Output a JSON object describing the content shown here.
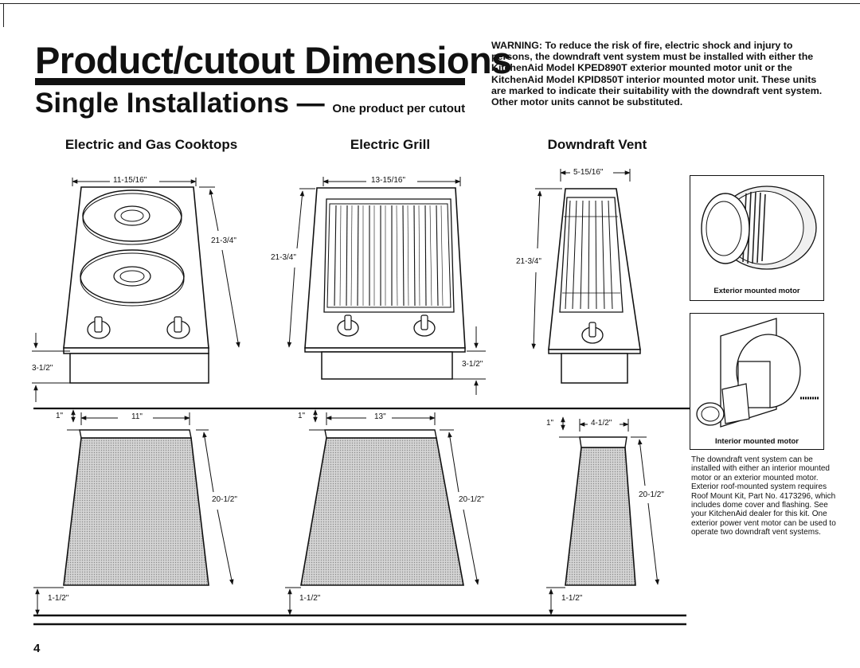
{
  "page": {
    "title": "Product/cutout Dimensions",
    "subtitle": "Single Installations —",
    "subtitle_note": "One product per cutout",
    "warning": "WARNING: To reduce the risk of fire, electric shock and injury to persons, the downdraft vent system must be installed with either the KitchenAid Model KPED890T exterior mounted motor unit or the KitchenAid Model KPID850T interior mounted motor unit. These units are marked to indicate their suitability with the downdraft vent system. Other motor units cannot be substituted.",
    "page_number": "4"
  },
  "products": [
    {
      "heading": "Electric and Gas Cooktops",
      "width": "11-15/16\"",
      "height": "21-3/4\"",
      "depth": "3-1/2\"",
      "cutout_top": "1\"",
      "cutout_width": "11\"",
      "cutout_height": "20-1/2\"",
      "cutout_bottom": "1-1/2\""
    },
    {
      "heading": "Electric Grill",
      "width": "13-15/16\"",
      "height": "21-3/4\"",
      "depth": "3-1/2\"",
      "cutout_top": "1\"",
      "cutout_width": "13\"",
      "cutout_height": "20-1/2\"",
      "cutout_bottom": "1-1/2\""
    },
    {
      "heading": "Downdraft Vent",
      "width": "5-15/16\"",
      "height": "21-3/4\"",
      "cutout_top": "1\"",
      "cutout_width": "4-1/2\"",
      "cutout_height": "20-1/2\"",
      "cutout_bottom": "1-1/2\""
    }
  ],
  "motors": {
    "exterior_caption": "Exterior mounted motor",
    "interior_caption": "Interior mounted motor",
    "description": "The downdraft vent system can be installed with either an interior mounted motor or an exterior mounted motor. Exterior roof-mounted system requires Roof Mount Kit, Part No. 4173296, which includes dome cover and flashing. See your KitchenAid dealer for this kit. One exterior power vent motor can be used to operate two downdraft vent systems."
  },
  "icons": [
    "cooktop-drawing",
    "grill-drawing",
    "vent-drawing",
    "exterior-motor-drawing",
    "interior-motor-drawing"
  ]
}
